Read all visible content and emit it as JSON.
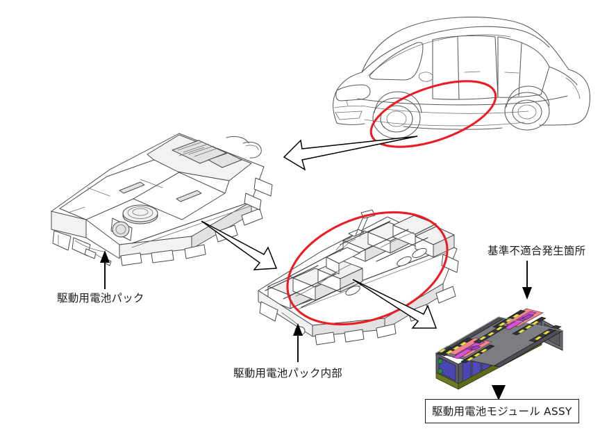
{
  "document": {
    "kind": "technical-illustration",
    "subject": "EV drive battery pack breakdown",
    "background_color": "#ffffff",
    "highlight_color": "#ed1c24",
    "line_color": "#58595b"
  },
  "labels": {
    "battery_pack": "駆動用電池パック",
    "battery_pack_inside": "駆動用電池パック内部",
    "defect_location": "基準不適合発生箇所",
    "battery_module_assy": "駆動用電池モジュール ASSY"
  },
  "figures": [
    {
      "id": "vehicle",
      "name": "vehicle-line-drawing",
      "description": "Kei-class electric hatchback, three-quarter front-left line drawing",
      "highlight": "red ellipse over underfloor battery area"
    },
    {
      "id": "pack",
      "name": "battery-pack-line-drawing",
      "description": "Drive battery pack assembly, closed case, line drawing",
      "label": "駆動用電池パック"
    },
    {
      "id": "pack-inside",
      "name": "battery-pack-interior-line-drawing",
      "description": "Drive battery pack with lid removed showing module rows",
      "label": "駆動用電池パック内部",
      "highlight": "red ellipse over module array"
    },
    {
      "id": "module",
      "name": "battery-module-render",
      "description": "Colored 3D CAD render of a battery module assembly",
      "label": "駆動用電池モジュール ASSY",
      "callout": "基準不適合発生箇所",
      "colors": {
        "case": "#6f7175",
        "cell_blue": "#4a46b4",
        "cell_purple": "#8a4fd0",
        "strip_pink": "#f0868a",
        "strip_magenta": "#d94fd6",
        "tab_yellow": "#e8e63a",
        "base_olive": "#6f7b22"
      }
    }
  ],
  "connectors": [
    {
      "name": "arrow-vehicle-to-pack",
      "style": "outline",
      "direction": "down-left",
      "from": "vehicle",
      "to": "pack"
    },
    {
      "name": "arrow-pack-to-interior",
      "style": "outline",
      "direction": "down-right",
      "from": "pack",
      "to": "pack-inside"
    },
    {
      "name": "arrow-interior-to-module",
      "style": "outline",
      "direction": "down-right",
      "from": "pack-inside",
      "to": "module"
    },
    {
      "name": "arrow-label-to-pack",
      "style": "solid-thin",
      "direction": "up",
      "from": "battery_pack label",
      "to": "pack"
    },
    {
      "name": "arrow-label-to-interior",
      "style": "solid-thin",
      "direction": "up",
      "from": "battery_pack_inside label",
      "to": "pack-inside"
    },
    {
      "name": "arrow-defect-to-module",
      "style": "solid-thin",
      "direction": "down",
      "from": "defect_location label",
      "to": "module"
    }
  ]
}
